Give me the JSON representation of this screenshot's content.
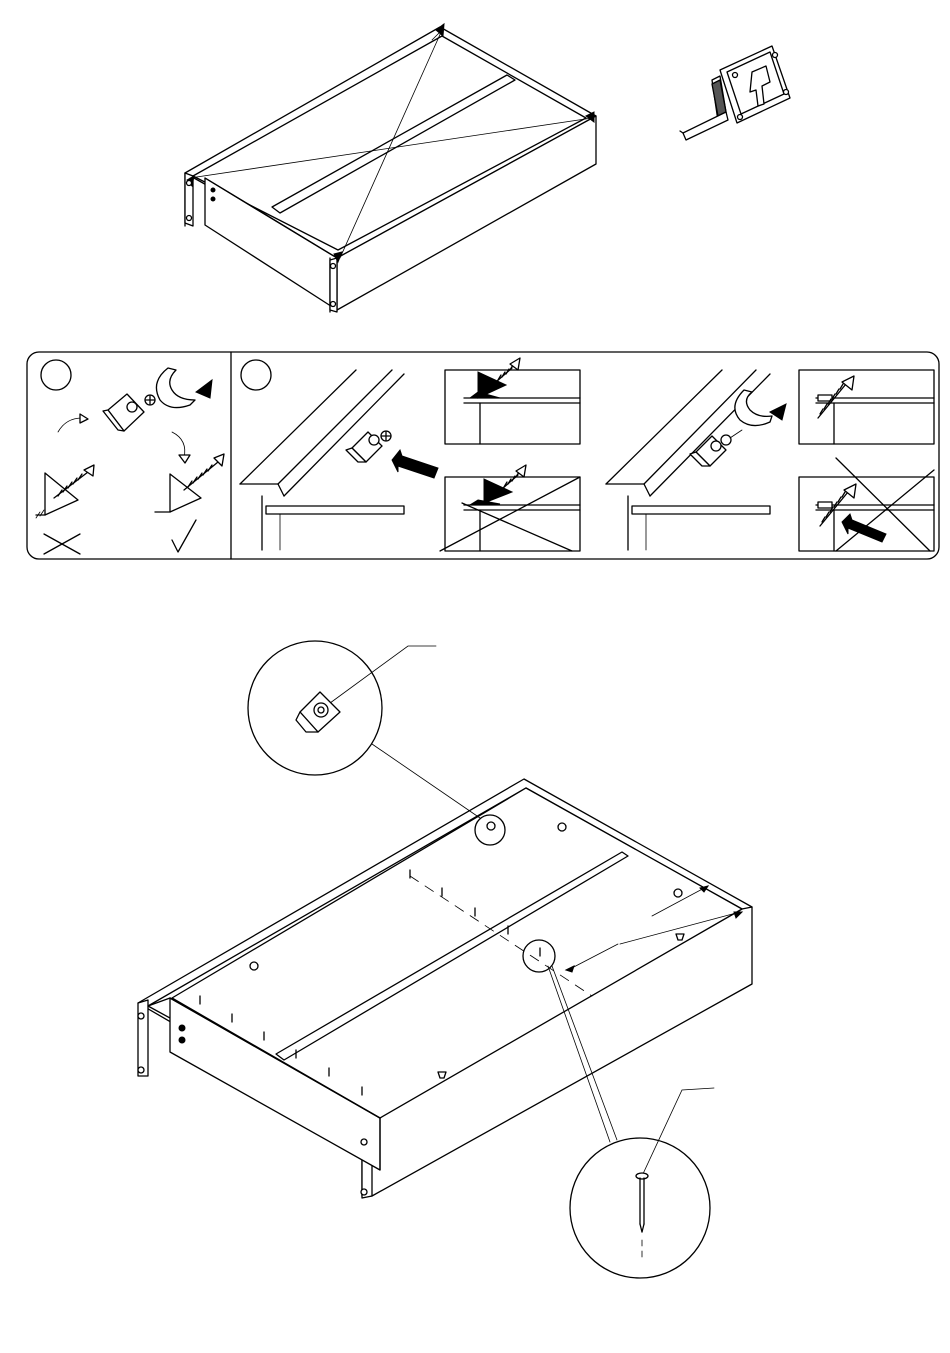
{
  "document": {
    "type": "assembly-instruction-page",
    "sections": [
      {
        "id": "frame-check",
        "icons": [
          "drawer-frame-diagonal-check",
          "tape-measure-icon"
        ]
      },
      {
        "id": "corner-block-steps",
        "step_markers": [
          "",
          ""
        ],
        "icons": [
          "screw-icon",
          "corner-block-icon",
          "drill-rotation-icon",
          "push-arrow-icon",
          "correct-check-icon",
          "wrong-cross-icon"
        ]
      },
      {
        "id": "bottom-panel-fixing",
        "icons": [
          "drawer-body",
          "corner-block-detail-icon",
          "nail-detail-icon",
          "dimension-arrows"
        ]
      }
    ],
    "colors": {
      "line": "#000000",
      "background": "#ffffff"
    }
  }
}
